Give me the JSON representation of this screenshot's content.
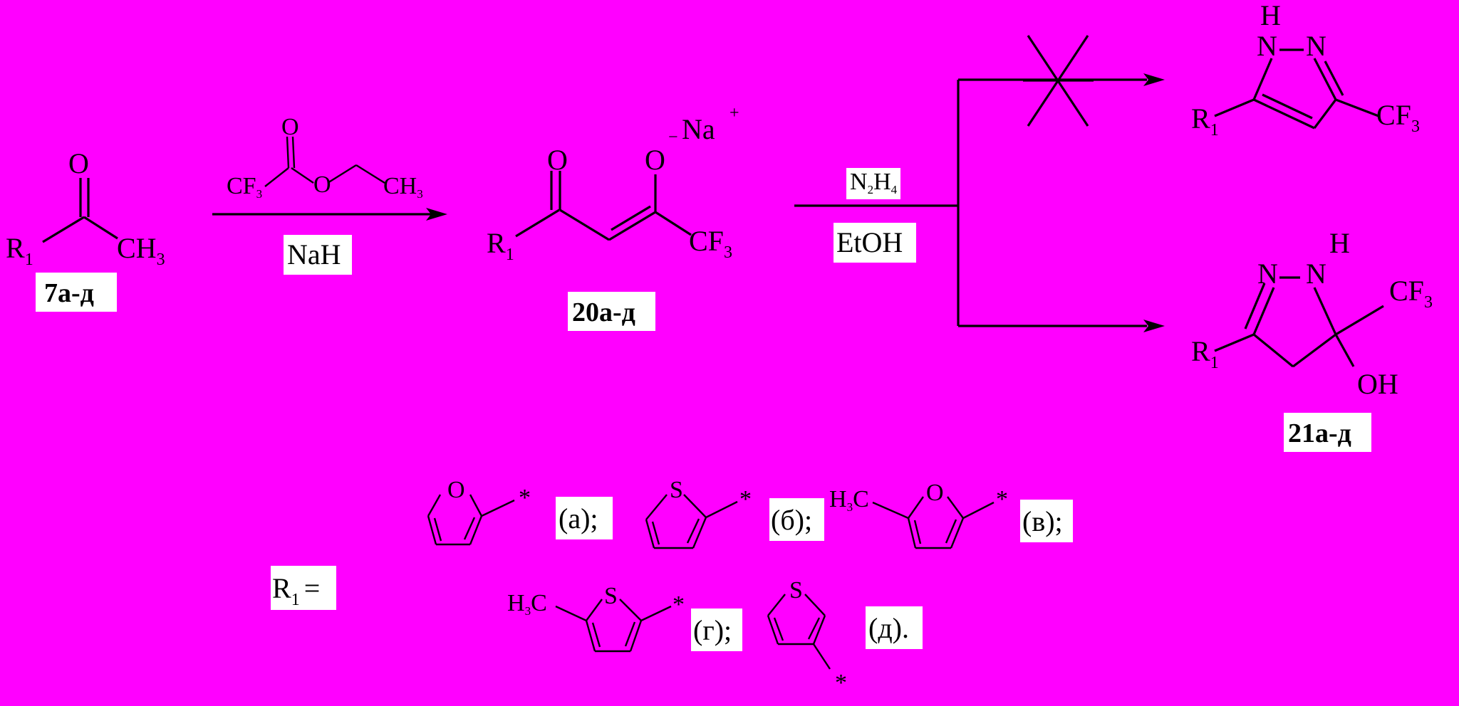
{
  "colors": {
    "background": "#ff00ff",
    "ink": "#000000",
    "label_bg": "#ffffff"
  },
  "compounds": {
    "c7": {
      "label": "7а-д",
      "atoms": {
        "oxygen": "O",
        "r": "R",
        "r_sub": "1",
        "ch": "CH",
        "ch_sub": "3"
      }
    },
    "c20": {
      "label": "20а-д",
      "atoms": {
        "o1": "O",
        "o2": "O",
        "na": "Na",
        "charge_minus": "−",
        "charge_plus": "+",
        "r": "R",
        "r_sub": "1",
        "cf": "CF",
        "cf_sub": "3"
      }
    },
    "pyrazole": {
      "atoms": {
        "h": "H",
        "n1": "N",
        "n2": "N",
        "r": "R",
        "r_sub": "1",
        "cf": "CF",
        "cf_sub": "3"
      }
    },
    "c21": {
      "label": "21а-д",
      "atoms": {
        "h": "H",
        "n1": "N",
        "n2": "N",
        "cf": "CF",
        "cf_sub": "3",
        "r": "R",
        "r_sub": "1",
        "oh": "OH"
      }
    }
  },
  "reagents": {
    "step1": {
      "ester_atoms": {
        "o_top": "O",
        "o_bridge": "O",
        "cf": "CF",
        "cf_sub": "3",
        "ch": "CH",
        "ch_sub": "3"
      },
      "base": "NaH"
    },
    "step2": {
      "n": "N",
      "n_sub": "2",
      "h": "H",
      "h_sub": "4",
      "solvent": "EtOH"
    }
  },
  "substituents": {
    "r_label": "R",
    "r_sub": "1",
    "equals": "=",
    "star": "*",
    "items": [
      {
        "tag": "(а);",
        "hetero": "O"
      },
      {
        "tag": "(б);",
        "hetero": "S"
      },
      {
        "tag": "(в);",
        "hetero": "O",
        "methyl": "H",
        "methyl_sub": "3",
        "methyl_c": "C"
      },
      {
        "tag": "(г);",
        "hetero": "S",
        "methyl": "H",
        "methyl_sub": "3",
        "methyl_c": "C"
      },
      {
        "tag": "(д).",
        "hetero": "S"
      }
    ]
  }
}
